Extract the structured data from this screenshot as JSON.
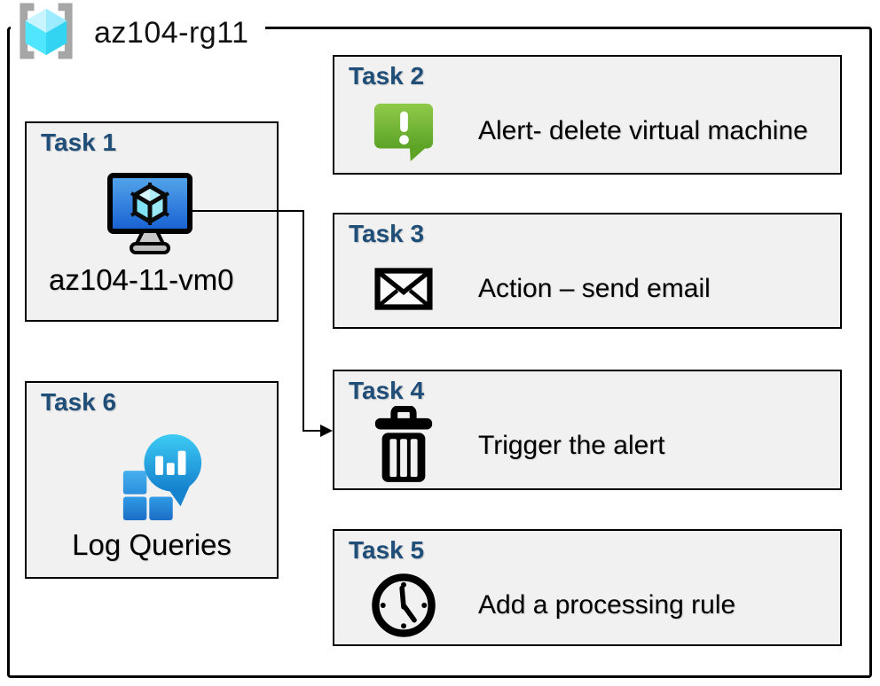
{
  "header": {
    "title": "az104-rg11",
    "icon": "resource-group-icon"
  },
  "tasks": {
    "task1": {
      "title": "Task 1",
      "label": "az104-11-vm0",
      "icon": "virtual-machine-icon"
    },
    "task2": {
      "title": "Task 2",
      "label": "Alert- delete virtual machine",
      "icon": "alert-message-icon"
    },
    "task3": {
      "title": "Task 3",
      "label": "Action – send email",
      "icon": "email-envelope-icon"
    },
    "task4": {
      "title": "Task 4",
      "label": "Trigger the alert",
      "icon": "trash-icon"
    },
    "task5": {
      "title": "Task 5",
      "label": "Add a processing rule",
      "icon": "clock-icon"
    },
    "task6": {
      "title": "Task 6",
      "label": "Log Queries",
      "icon": "log-analytics-icon"
    }
  },
  "connector": {
    "from_task": "Task 1",
    "to_task": "Task 4"
  },
  "colors": {
    "task_title_blue": "#1F4E79",
    "box_fill": "#f1f1f1",
    "box_border": "#000000",
    "alert_green": "#76B93A",
    "resource_cube_cyan": "#50E6FF",
    "monitor_blue": "#2E7FE0",
    "log_analytics_blue": "#1583CE"
  }
}
